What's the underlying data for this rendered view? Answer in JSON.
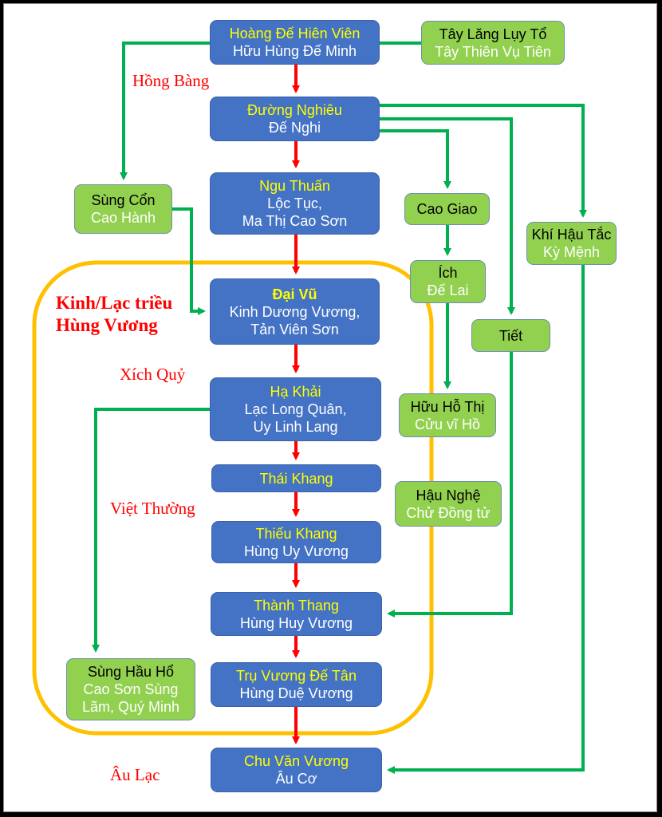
{
  "colors": {
    "lineage_arrow": "#ff0000",
    "branch_arrow": "#00b050",
    "group_outline": "#ffc000",
    "main_node_fill": "#4472c4",
    "branch_node_fill": "#92d050",
    "main_title_text": "#ffff00",
    "era_label_text": "#ff0000"
  },
  "eras": {
    "hong_bang": "Hồng Bàng",
    "group_title_1": "Kinh/Lạc triều",
    "group_title_2": "Hùng Vương",
    "xich_quy": "Xích Quỷ",
    "viet_thuong": "Việt Thường",
    "au_lac": "Âu Lạc"
  },
  "nodes": {
    "hoang_de": {
      "line1": "Hoàng Đế Hiên Viên",
      "line2": "Hữu Hùng Đế Minh",
      "type": "main"
    },
    "tay_lang": {
      "line1": "Tây Lăng Lụy Tổ",
      "line2": "Tây Thiên Vụ Tiên",
      "type": "branch"
    },
    "duong_nghieu": {
      "line1": "Đường Nghiêu",
      "line2": "Đế Nghi",
      "type": "main"
    },
    "ngu_thuan": {
      "line1": "Ngu Thuấn",
      "line2": "Lộc Tục,",
      "line3": "Ma Thị Cao Sơn",
      "type": "main"
    },
    "sung_con": {
      "line1": "Sùng Cổn",
      "line2": "Cao Hành",
      "type": "branch"
    },
    "cao_giao": {
      "line1": "Cao Giao",
      "type": "branch"
    },
    "khi_hau_tac": {
      "line1": "Khí Hậu Tắc",
      "line2": "Kỳ Mệnh",
      "type": "branch"
    },
    "ich": {
      "line1": "Ích",
      "line2": "Đế Lai",
      "type": "branch"
    },
    "dai_vu": {
      "line1": "Đại Vũ",
      "line2": "Kinh Dương Vương,",
      "line3": "Tản Viên Sơn",
      "type": "main"
    },
    "tiet": {
      "line1": "Tiết",
      "type": "branch"
    },
    "ha_khai": {
      "line1": "Hạ Khải",
      "line2": "Lạc Long Quân,",
      "line3": "Uy Linh Lang",
      "type": "main"
    },
    "huu_ho_thi": {
      "line1": "Hữu Hỗ Thị",
      "line2": "Cửu vĩ Hồ",
      "type": "branch"
    },
    "thai_khang": {
      "line1": "Thái Khang",
      "type": "main"
    },
    "hau_nghe": {
      "line1": "Hậu Nghệ",
      "line2": "Chử Đồng tử",
      "type": "branch"
    },
    "thieu_khang": {
      "line1": "Thiếu Khang",
      "line2": "Hùng Uy Vương",
      "type": "main"
    },
    "thanh_thang": {
      "line1": "Thành Thang",
      "line2": "Hùng Huy Vương",
      "type": "main"
    },
    "sung_hau_ho": {
      "line1": "Sùng Hầu Hổ",
      "line2": "Cao Sơn Sùng",
      "line3": "Lãm, Quý Minh",
      "type": "branch"
    },
    "tru_vuong": {
      "line1": "Trụ Vương Đế Tân",
      "line2": "Hùng Duệ Vương",
      "type": "main"
    },
    "chu_van_vuong": {
      "line1": "Chu Văn Vương",
      "line2": "Âu Cơ",
      "type": "main"
    }
  },
  "edges": [
    {
      "from": "hoang_de",
      "to": "duong_nghieu",
      "kind": "lineage"
    },
    {
      "from": "duong_nghieu",
      "to": "ngu_thuan",
      "kind": "lineage"
    },
    {
      "from": "ngu_thuan",
      "to": "dai_vu",
      "kind": "lineage"
    },
    {
      "from": "dai_vu",
      "to": "ha_khai",
      "kind": "lineage"
    },
    {
      "from": "ha_khai",
      "to": "thai_khang",
      "kind": "lineage"
    },
    {
      "from": "thai_khang",
      "to": "thieu_khang",
      "kind": "lineage"
    },
    {
      "from": "thieu_khang",
      "to": "thanh_thang",
      "kind": "lineage"
    },
    {
      "from": "thanh_thang",
      "to": "tru_vuong",
      "kind": "lineage"
    },
    {
      "from": "tru_vuong",
      "to": "chu_van_vuong",
      "kind": "lineage"
    },
    {
      "from": "hoang_de",
      "to": "tay_lang",
      "kind": "branch-link"
    },
    {
      "from": "hoang_de",
      "to": "sung_con",
      "kind": "branch"
    },
    {
      "from": "sung_con",
      "to": "dai_vu",
      "kind": "branch"
    },
    {
      "from": "duong_nghieu",
      "to": "cao_giao",
      "kind": "branch"
    },
    {
      "from": "duong_nghieu",
      "to": "tiet",
      "kind": "branch"
    },
    {
      "from": "duong_nghieu",
      "to": "khi_hau_tac",
      "kind": "branch"
    },
    {
      "from": "cao_giao",
      "to": "ich",
      "kind": "branch"
    },
    {
      "from": "ich",
      "to": "huu_ho_thi",
      "kind": "branch"
    },
    {
      "from": "tiet",
      "to": "thanh_thang",
      "kind": "branch"
    },
    {
      "from": "khi_hau_tac",
      "to": "chu_van_vuong",
      "kind": "branch"
    },
    {
      "from": "ha_khai",
      "to": "sung_hau_ho",
      "kind": "branch"
    }
  ]
}
